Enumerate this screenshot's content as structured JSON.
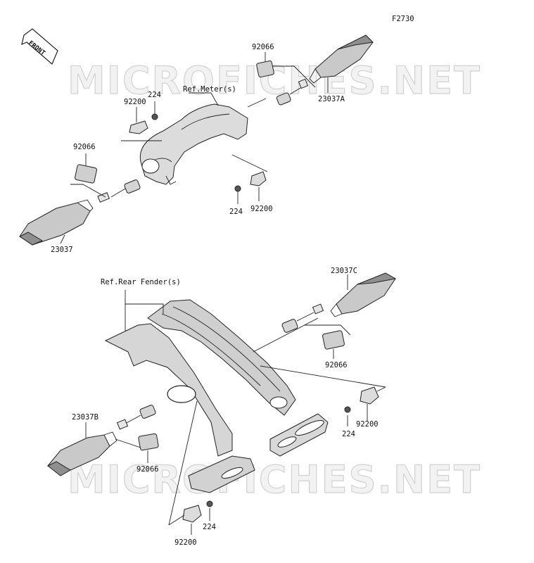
{
  "figure_code": "F2730",
  "front_badge": "FRONT",
  "watermark": "MICROFICHES.NET",
  "top_assembly": {
    "ref_label": "Ref.Meter(s)",
    "labels": {
      "socket_upper": "92066",
      "signal_front_right": "23037A",
      "bracket_upper": "92200",
      "bolt_upper": "224",
      "socket_left": "92066",
      "signal_front_left": "23037",
      "bolt_lower": "224",
      "bracket_lower": "92200"
    }
  },
  "bottom_assembly": {
    "ref_label": "Ref.Rear Fender(s)",
    "labels": {
      "signal_rear_right": "23037C",
      "socket_right": "92066",
      "bolt_right": "224",
      "bracket_right": "92200",
      "signal_rear_left": "23037B",
      "socket_left": "92066",
      "bolt_bottom": "224",
      "bracket_bottom": "92200"
    }
  },
  "colors": {
    "line": "#222222",
    "part_fill": "#d9d9d9",
    "dark_fill": "#a8a8a8",
    "watermark_fill": "#f2f2f2"
  }
}
